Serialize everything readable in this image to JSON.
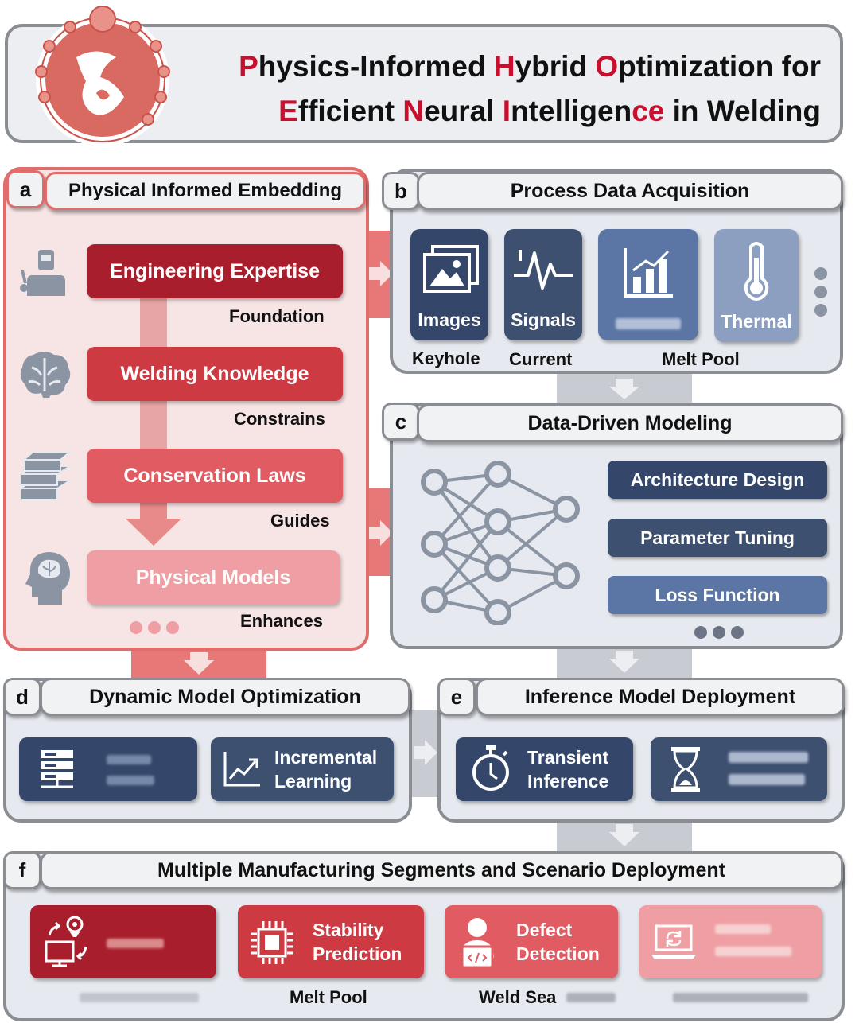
{
  "header": {
    "title_line1_parts": [
      {
        "t": "P",
        "red": true
      },
      {
        "t": "hysics-Informed ",
        "red": false
      },
      {
        "t": "H",
        "red": true
      },
      {
        "t": "ybrid ",
        "red": false
      },
      {
        "t": "O",
        "red": true
      },
      {
        "t": "ptimization for",
        "red": false
      }
    ],
    "title_line2_parts": [
      {
        "t": "E",
        "red": true
      },
      {
        "t": "fficient ",
        "red": false
      },
      {
        "t": "N",
        "red": true
      },
      {
        "t": "eural ",
        "red": false
      },
      {
        "t": "I",
        "red": true
      },
      {
        "t": "ntelligen",
        "red": false
      },
      {
        "t": "ce",
        "red": true
      },
      {
        "t": " in Welding",
        "red": false
      }
    ],
    "accent_color": "#c8102e"
  },
  "panel_a": {
    "letter": "a",
    "title": "Physical Informed Embedding",
    "steps": [
      {
        "label": "Engineering Expertise",
        "relation": "Foundation",
        "icon": "welder-icon"
      },
      {
        "label": "Welding Knowledge",
        "relation": "Constrains",
        "icon": "brain-icon"
      },
      {
        "label": "Conservation Laws",
        "relation": "Guides",
        "icon": "books-icon"
      },
      {
        "label": "Physical Models",
        "relation": "Enhances",
        "icon": "head-brain-icon"
      }
    ]
  },
  "panel_b": {
    "letter": "b",
    "title": "Process Data Acquisition",
    "tiles": [
      {
        "label": "Images",
        "sub": "Keyhole",
        "icon": "images-icon"
      },
      {
        "label": "Signals",
        "sub": "Current",
        "icon": "waveform-icon"
      },
      {
        "label": "",
        "sub": "Melt Pool",
        "icon": "bar-chart-icon"
      },
      {
        "label": "Thermal",
        "sub": "",
        "icon": "thermometer-icon"
      }
    ]
  },
  "panel_c": {
    "letter": "c",
    "title": "Data-Driven Modeling",
    "buttons": [
      "Architecture Design",
      "Parameter Tuning",
      "Loss Function"
    ]
  },
  "panel_d": {
    "letter": "d",
    "title": "Dynamic Model Optimization",
    "cards": [
      {
        "label": "",
        "icon": "server-icon"
      },
      {
        "label_line1": "Incremental",
        "label_line2": "Learning",
        "icon": "trend-chart-icon"
      }
    ]
  },
  "panel_e": {
    "letter": "e",
    "title": "Inference Model Deployment",
    "cards": [
      {
        "label_line1": "Transient",
        "label_line2": "Inference",
        "icon": "stopwatch-icon"
      },
      {
        "label": "",
        "icon": "hourglass-icon"
      }
    ]
  },
  "panel_f": {
    "letter": "f",
    "title": "Multiple Manufacturing Segments and Scenario Deployment",
    "cards": [
      {
        "label_line1": "",
        "label_line2": "",
        "sub": "",
        "icon": "remote-monitor-icon"
      },
      {
        "label_line1": "Stability",
        "label_line2": "Prediction",
        "sub": "Melt Pool",
        "icon": "chip-icon"
      },
      {
        "label_line1": "Defect",
        "label_line2": "Detection",
        "sub": "Weld Sea",
        "icon": "engineer-icon"
      },
      {
        "label_line1": "",
        "label_line2": "",
        "sub": "",
        "icon": "laptop-sync-icon"
      }
    ]
  }
}
